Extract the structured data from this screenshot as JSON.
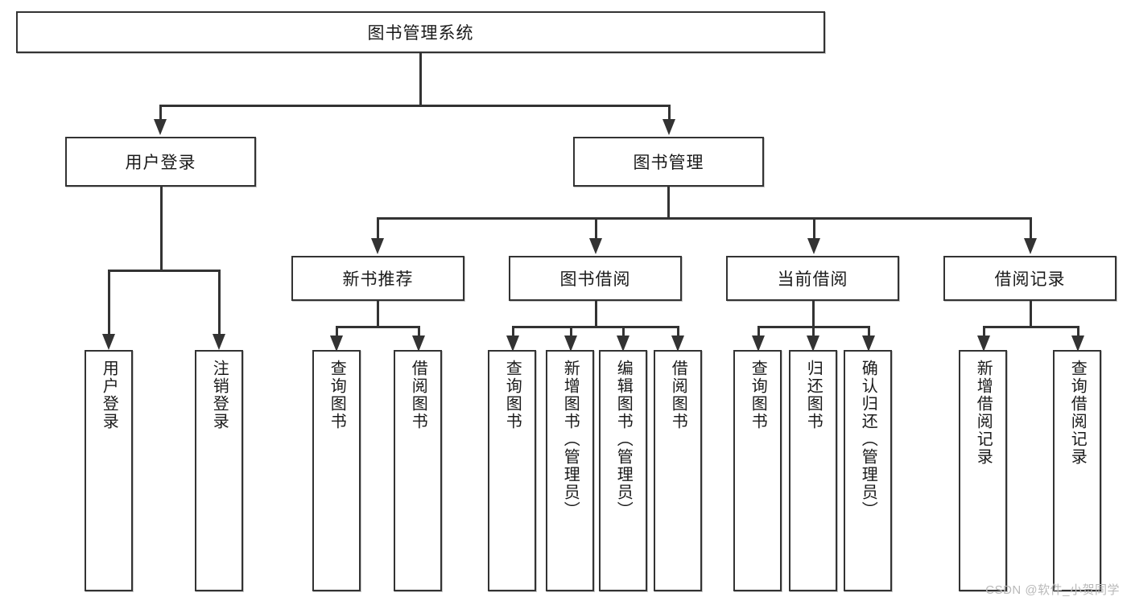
{
  "diagram": {
    "type": "tree-hierarchy-chart",
    "title": "图书管理系统",
    "watermark": "CSDN @软件_小贺同学",
    "colors": {
      "stroke": "#333333",
      "box_fill": "#ffffff",
      "text": "#1a1a1a",
      "watermark": "#b9b9b9",
      "background": "#ffffff"
    },
    "levels": {
      "root": "图书管理系统",
      "level2": [
        "用户登录",
        "图书管理"
      ],
      "level3": [
        "新书推荐",
        "图书借阅",
        "当前借阅",
        "借阅记录"
      ]
    },
    "nodes": {
      "root": {
        "label": "图书管理系统"
      },
      "user_login": {
        "label": "用户登录"
      },
      "book_manage": {
        "label": "图书管理"
      },
      "new_book_rec": {
        "label": "新书推荐"
      },
      "book_borrow": {
        "label": "图书借阅"
      },
      "current_borrow": {
        "label": "当前借阅"
      },
      "borrow_record": {
        "label": "借阅记录"
      }
    },
    "leaves": {
      "user_login": [
        {
          "label": "用户登录"
        },
        {
          "label": "注销登录"
        }
      ],
      "new_book_rec": [
        {
          "label": "查询图书"
        },
        {
          "label": "借阅图书"
        }
      ],
      "book_borrow": [
        {
          "label": "查询图书"
        },
        {
          "label": "新增图书（管理员）"
        },
        {
          "label": "编辑图书（管理员）"
        },
        {
          "label": "借阅图书"
        }
      ],
      "current_borrow": [
        {
          "label": "查询图书"
        },
        {
          "label": "归还图书"
        },
        {
          "label": "确认归还（管理员）"
        }
      ],
      "borrow_record": [
        {
          "label": "新增借阅记录"
        },
        {
          "label": "查询借阅记录"
        }
      ]
    }
  }
}
